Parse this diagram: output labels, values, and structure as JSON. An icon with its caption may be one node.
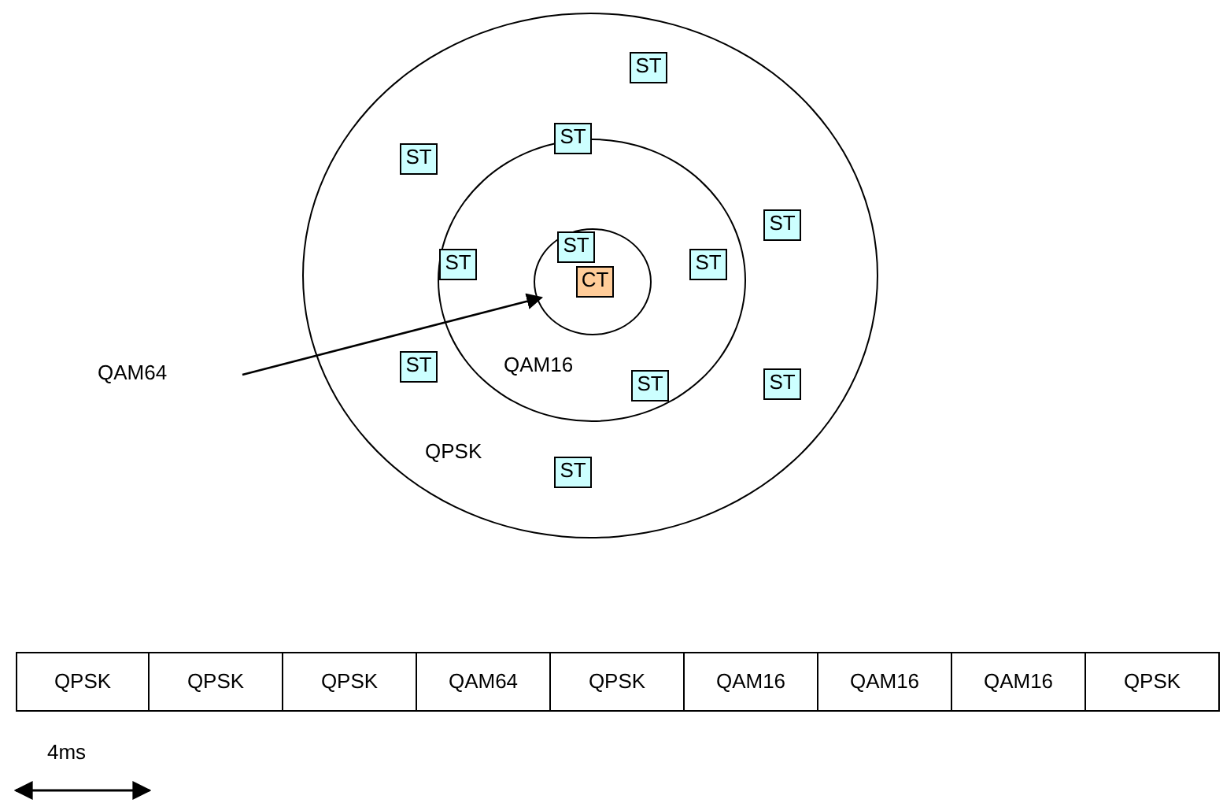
{
  "diagram": {
    "nodes": [
      {
        "text": [
          "QPSK"
        ]
      },
      {
        "text": [
          "QAM16"
        ],
        "in": 0
      },
      {
        "text": [],
        "shape": "circle",
        "in": 1
      },
      {
        "text": [
          "ST"
        ],
        "in": 0
      },
      {
        "text": [
          "ST"
        ],
        "in": 0
      },
      {
        "text": [
          "ST"
        ],
        "in": 0
      },
      {
        "text": [
          "ST"
        ],
        "in": 0
      },
      {
        "text": [
          "ST"
        ],
        "in": 1
      },
      {
        "text": [
          "ST"
        ],
        "in": 2
      },
      {
        "text": [
          "CT"
        ],
        "in": 2
      },
      {
        "text": [
          "ST"
        ],
        "in": 1
      },
      {
        "text": [
          "ST"
        ],
        "in": 0
      },
      {
        "text": [
          "ST"
        ],
        "in": 1
      },
      {
        "text": [
          "ST"
        ],
        "in": 0
      },
      {
        "text": [
          "ST"
        ],
        "in": 0
      },
      {
        "text": [
          "QAM64"
        ]
      }
    ],
    "edges": [
      {
        "from": 15,
        "to": 2,
        "arrow": "to"
      }
    ],
    "labels": [
      "QPSK",
      "QPSK",
      "QPSK",
      "QAM64",
      "QPSK",
      "QAM16",
      "QAM16",
      "QAM16",
      "QPSK",
      "4ms"
    ]
  }
}
